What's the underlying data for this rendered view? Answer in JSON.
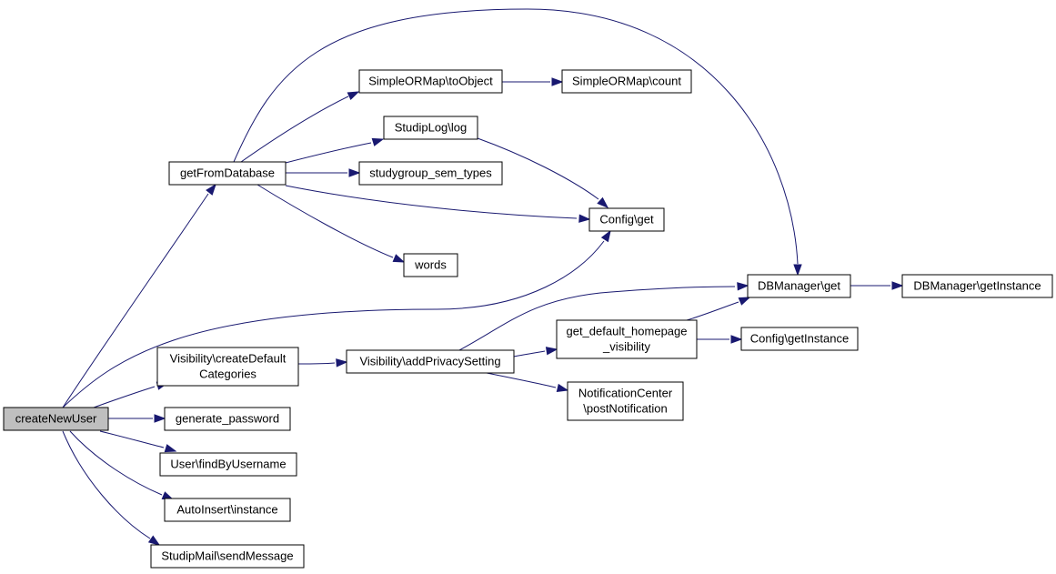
{
  "graph": {
    "nodes": [
      {
        "id": "createNewUser",
        "lines": [
          "createNewUser"
        ],
        "root": true
      },
      {
        "id": "getFromDatabase",
        "lines": [
          "getFromDatabase"
        ]
      },
      {
        "id": "toObject",
        "lines": [
          "SimpleORMap\\toObject"
        ]
      },
      {
        "id": "count",
        "lines": [
          "SimpleORMap\\count"
        ]
      },
      {
        "id": "log",
        "lines": [
          "StudipLog\\log"
        ]
      },
      {
        "id": "semtypes",
        "lines": [
          "studygroup_sem_types"
        ]
      },
      {
        "id": "configget",
        "lines": [
          "Config\\get"
        ]
      },
      {
        "id": "words",
        "lines": [
          "words"
        ]
      },
      {
        "id": "dbget",
        "lines": [
          "DBManager\\get"
        ]
      },
      {
        "id": "dbgetinstance",
        "lines": [
          "DBManager\\getInstance"
        ]
      },
      {
        "id": "createdefault",
        "lines": [
          "Visibility\\createDefault",
          "Categories"
        ]
      },
      {
        "id": "addprivacy",
        "lines": [
          "Visibility\\addPrivacySetting"
        ]
      },
      {
        "id": "homepagevis",
        "lines": [
          "get_default_homepage",
          "_visibility"
        ]
      },
      {
        "id": "configgetinstance",
        "lines": [
          "Config\\getInstance"
        ]
      },
      {
        "id": "postnotif",
        "lines": [
          "NotificationCenter",
          "\\postNotification"
        ]
      },
      {
        "id": "genpass",
        "lines": [
          "generate_password"
        ]
      },
      {
        "id": "findbyusername",
        "lines": [
          "User\\findByUsername"
        ]
      },
      {
        "id": "autoinsert",
        "lines": [
          "AutoInsert\\instance"
        ]
      },
      {
        "id": "sendmessage",
        "lines": [
          "StudipMail\\sendMessage"
        ]
      }
    ],
    "edges": [
      {
        "from": "createNewUser",
        "to": "getFromDatabase"
      },
      {
        "from": "getFromDatabase",
        "to": "toObject"
      },
      {
        "from": "toObject",
        "to": "count"
      },
      {
        "from": "getFromDatabase",
        "to": "dbget"
      },
      {
        "from": "getFromDatabase",
        "to": "log"
      },
      {
        "from": "log",
        "to": "configget"
      },
      {
        "from": "getFromDatabase",
        "to": "semtypes"
      },
      {
        "from": "getFromDatabase",
        "to": "configget"
      },
      {
        "from": "getFromDatabase",
        "to": "words"
      },
      {
        "from": "dbget",
        "to": "dbgetinstance"
      },
      {
        "from": "createNewUser",
        "to": "configget"
      },
      {
        "from": "createNewUser",
        "to": "createdefault"
      },
      {
        "from": "createdefault",
        "to": "addprivacy"
      },
      {
        "from": "addprivacy",
        "to": "dbget"
      },
      {
        "from": "addprivacy",
        "to": "homepagevis"
      },
      {
        "from": "homepagevis",
        "to": "dbget"
      },
      {
        "from": "homepagevis",
        "to": "configgetinstance"
      },
      {
        "from": "addprivacy",
        "to": "postnotif"
      },
      {
        "from": "createNewUser",
        "to": "genpass"
      },
      {
        "from": "createNewUser",
        "to": "findbyusername"
      },
      {
        "from": "createNewUser",
        "to": "autoinsert"
      },
      {
        "from": "createNewUser",
        "to": "sendmessage"
      }
    ],
    "colors": {
      "edge": "#191970",
      "node_border": "#000000",
      "node_fill": "#ffffff",
      "root_fill": "#bfbfbf",
      "background": "#ffffff"
    }
  }
}
